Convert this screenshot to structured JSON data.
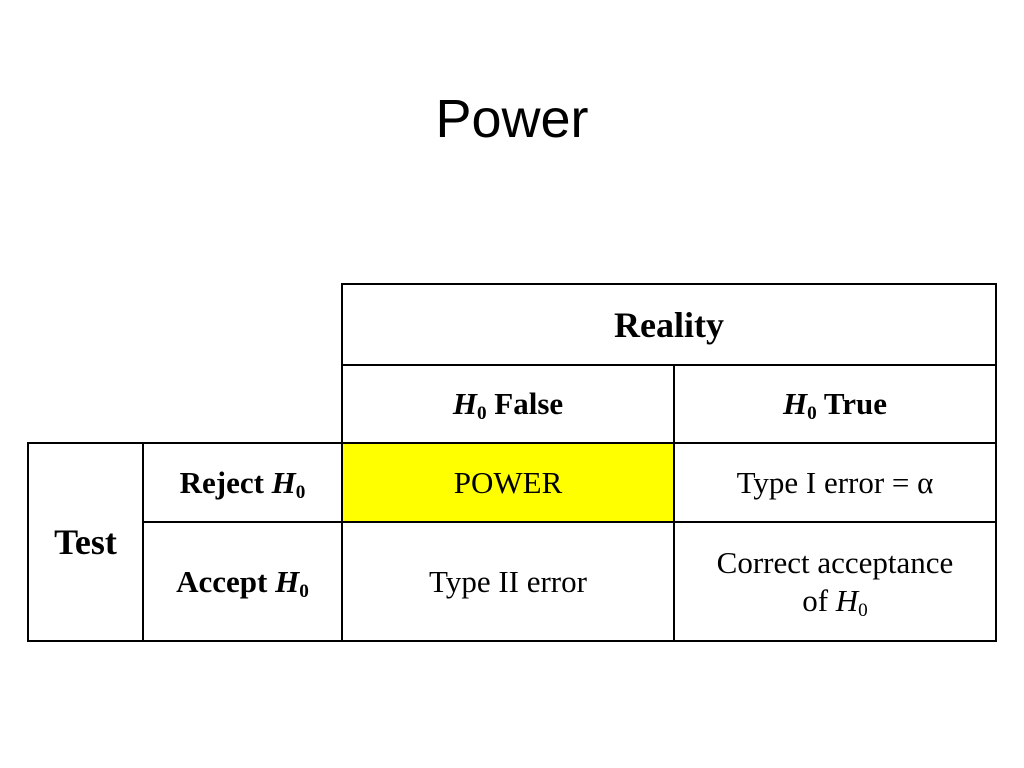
{
  "slide": {
    "title": "Power"
  },
  "table": {
    "reality_header": "Reality",
    "columns": [
      {
        "symbol": "H",
        "subscript": "0",
        "label": " False"
      },
      {
        "symbol": "H",
        "subscript": "0",
        "label": " True"
      }
    ],
    "test_header": "Test",
    "rows": [
      {
        "prefix": "Reject ",
        "symbol": "H",
        "subscript": "0",
        "cells": [
          "POWER",
          "Type I error = α"
        ]
      },
      {
        "prefix": "Accept ",
        "symbol": "H",
        "subscript": "0",
        "cells": [
          "Type II error"
        ],
        "correct_acceptance": {
          "line1": "Correct acceptance",
          "line2_prefix": "of ",
          "symbol": "H",
          "subscript": "0"
        }
      }
    ],
    "highlight_color": "#ffff00"
  }
}
